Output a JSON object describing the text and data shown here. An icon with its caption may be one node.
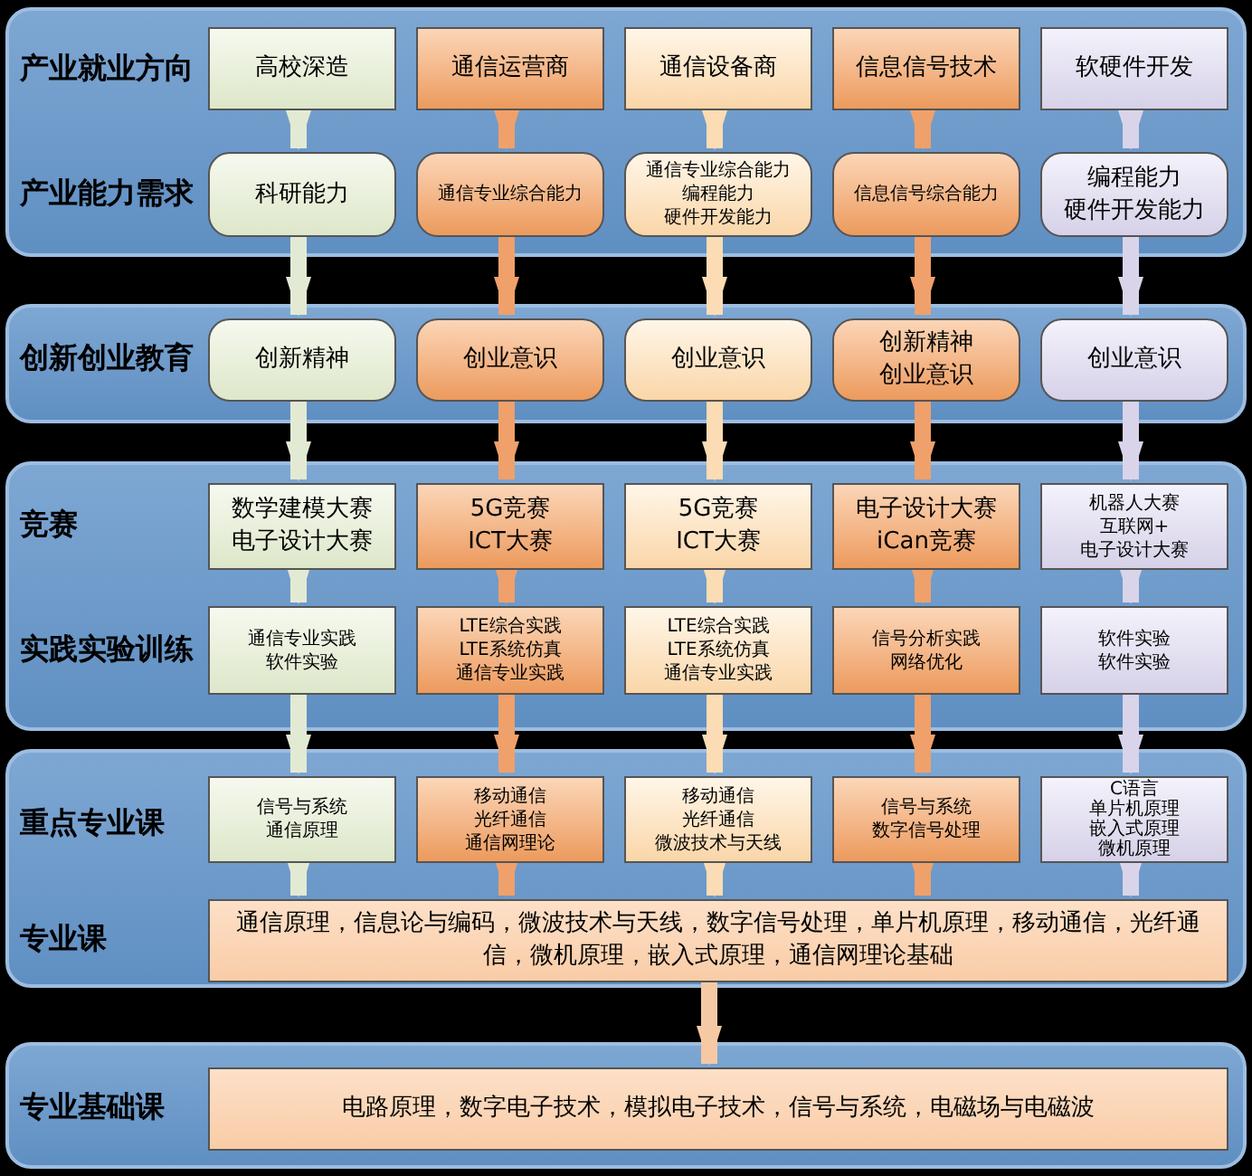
{
  "diagram": {
    "nodes": [
      {
        "text": [
          "产业就业方向",
          "产业能力需求"
        ]
      },
      {
        "text": [
          "高校深造"
        ],
        "in": 0
      },
      {
        "text": [
          "通信运营商"
        ],
        "in": 0
      },
      {
        "text": [
          "通信设备商"
        ],
        "in": 0
      },
      {
        "text": [
          "信息信号技术"
        ],
        "in": 0
      },
      {
        "text": [
          "软硬件开发"
        ],
        "in": 0
      },
      {
        "text": [
          "科研能力"
        ],
        "in": 0
      },
      {
        "text": [
          "通信专业综合能力"
        ],
        "in": 0
      },
      {
        "text": [
          "通信专业综合能力",
          "编程能力",
          "硬件开发能力"
        ],
        "in": 0
      },
      {
        "text": [
          "信息信号综合能力"
        ],
        "in": 0
      },
      {
        "text": [
          "编程能力",
          "硬件开发能力"
        ],
        "in": 0
      },
      {
        "text": [
          "创新创业教育"
        ]
      },
      {
        "text": [
          "创新精神"
        ],
        "in": 11
      },
      {
        "text": [
          "创业意识"
        ],
        "in": 11
      },
      {
        "text": [
          "创业意识"
        ],
        "in": 11
      },
      {
        "text": [
          "创新精神",
          "创业意识"
        ],
        "in": 11
      },
      {
        "text": [
          "创业意识"
        ],
        "in": 11
      },
      {
        "text": [
          "竞赛",
          "实践实验训练"
        ]
      },
      {
        "text": [
          "数学建模大赛",
          "电子设计大赛"
        ],
        "in": 17
      },
      {
        "text": [
          "5G竞赛",
          "ICT大赛"
        ],
        "in": 17
      },
      {
        "text": [
          "5G竞赛",
          "ICT大赛"
        ],
        "in": 17
      },
      {
        "text": [
          "电子设计大赛",
          "iCan竞赛"
        ],
        "in": 17
      },
      {
        "text": [
          "机器人大赛",
          "互联网+",
          "电子设计大赛"
        ],
        "in": 17
      },
      {
        "text": [
          "通信专业实践",
          "软件实验"
        ],
        "in": 17
      },
      {
        "text": [
          "LTE综合实践",
          "LTE系统仿真",
          "通信专业实践"
        ],
        "in": 17
      },
      {
        "text": [
          "LTE综合实践",
          "LTE系统仿真",
          "通信专业实践"
        ],
        "in": 17
      },
      {
        "text": [
          "信号分析实践",
          "网络优化"
        ],
        "in": 17
      },
      {
        "text": [
          "软件实验",
          "软件实验"
        ],
        "in": 17
      },
      {
        "text": [
          "重点专业课",
          "专业课"
        ]
      },
      {
        "text": [
          "信号与系统",
          "通信原理"
        ],
        "in": 28
      },
      {
        "text": [
          "移动通信",
          "光纤通信",
          "通信网理论"
        ],
        "in": 28
      },
      {
        "text": [
          "移动通信",
          "光纤通信",
          "微波技术与天线"
        ],
        "in": 28
      },
      {
        "text": [
          "信号与系统",
          "数字信号处理"
        ],
        "in": 28
      },
      {
        "text": [
          "C语言",
          "单片机原理",
          "嵌入式原理",
          "微机原理"
        ],
        "in": 28
      },
      {
        "text": [
          "通信原理，信息论与编码，微波技术与天线，数字信号处理，单片机原理，移动通信，光纤通信，微机原理，嵌入式原理，通信网理论基础"
        ],
        "in": 28
      },
      {
        "text": [
          "专业基础课"
        ]
      },
      {
        "text": [
          "电路原理，数字电子技术，模拟电子技术，信号与系统，电磁场与电磁波"
        ],
        "in": 35
      }
    ],
    "edges": [
      {
        "from": 1,
        "to": 6,
        "arrow": "to",
        "color": "#e3ead3"
      },
      {
        "from": 2,
        "to": 7,
        "arrow": "to",
        "color": "#f0a06a"
      },
      {
        "from": 3,
        "to": 8,
        "arrow": "to",
        "color": "#fbdcb4"
      },
      {
        "from": 4,
        "to": 9,
        "arrow": "to",
        "color": "#f0a06a"
      },
      {
        "from": 5,
        "to": 10,
        "arrow": "to",
        "color": "#d9d4ea"
      },
      {
        "from": 6,
        "to": 12,
        "arrow": "to",
        "color": "#e3ead3"
      },
      {
        "from": 7,
        "to": 13,
        "arrow": "to",
        "color": "#f0a06a"
      },
      {
        "from": 8,
        "to": 14,
        "arrow": "to",
        "color": "#fbdcb4"
      },
      {
        "from": 9,
        "to": 15,
        "arrow": "to",
        "color": "#f0a06a"
      },
      {
        "from": 10,
        "to": 16,
        "arrow": "to",
        "color": "#d9d4ea"
      },
      {
        "from": 12,
        "to": 18,
        "arrow": "to",
        "color": "#e3ead3"
      },
      {
        "from": 13,
        "to": 19,
        "arrow": "to",
        "color": "#f0a06a"
      },
      {
        "from": 14,
        "to": 20,
        "arrow": "to",
        "color": "#fbdcb4"
      },
      {
        "from": 15,
        "to": 21,
        "arrow": "to",
        "color": "#f0a06a"
      },
      {
        "from": 16,
        "to": 22,
        "arrow": "to",
        "color": "#d9d4ea"
      },
      {
        "from": 18,
        "to": 23,
        "arrow": "to",
        "color": "#e3ead3"
      },
      {
        "from": 19,
        "to": 24,
        "arrow": "to",
        "color": "#f0a06a"
      },
      {
        "from": 20,
        "to": 25,
        "arrow": "to",
        "color": "#fbdcb4"
      },
      {
        "from": 21,
        "to": 26,
        "arrow": "to",
        "color": "#f0a06a"
      },
      {
        "from": 22,
        "to": 27,
        "arrow": "to",
        "color": "#d9d4ea"
      },
      {
        "from": 23,
        "to": 29,
        "arrow": "to",
        "color": "#e3ead3"
      },
      {
        "from": 24,
        "to": 30,
        "arrow": "to",
        "color": "#f0a06a"
      },
      {
        "from": 25,
        "to": 31,
        "arrow": "to",
        "color": "#fbdcb4"
      },
      {
        "from": 26,
        "to": 32,
        "arrow": "to",
        "color": "#f0a06a"
      },
      {
        "from": 27,
        "to": 33,
        "arrow": "to",
        "color": "#d9d4ea"
      },
      {
        "from": 29,
        "to": 34,
        "arrow": "to",
        "color": "#e3ead3"
      },
      {
        "from": 30,
        "to": 34,
        "arrow": "to",
        "color": "#f0a06a"
      },
      {
        "from": 31,
        "to": 34,
        "arrow": "to",
        "color": "#fbdcb4"
      },
      {
        "from": 32,
        "to": 34,
        "arrow": "to",
        "color": "#f0a06a"
      },
      {
        "from": 33,
        "to": 34,
        "arrow": "to",
        "color": "#d9d4ea"
      },
      {
        "from": 34,
        "to": 36,
        "arrow": "to",
        "color": "#f5c9a4"
      }
    ]
  }
}
